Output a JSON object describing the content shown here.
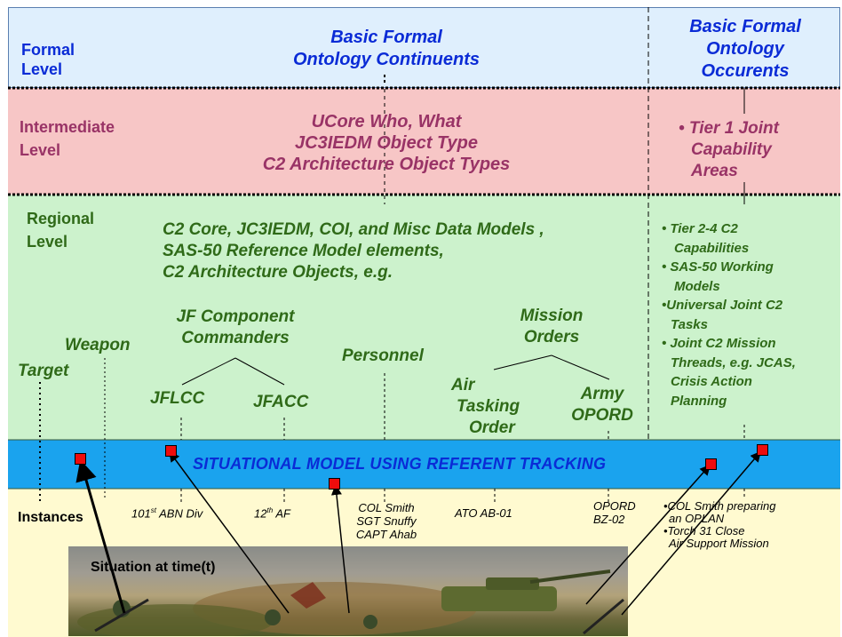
{
  "formal": {
    "level_label": [
      "Formal",
      "Level"
    ],
    "continuants": [
      "Basic Formal",
      "Ontology Continuents"
    ],
    "occurents": [
      "Basic Formal",
      "Ontology",
      "Occurents"
    ]
  },
  "intermediate": {
    "level_label": [
      "Intermediate",
      "Level"
    ],
    "center": [
      "UCore Who, What",
      "JC3IEDM Object Type",
      "C2 Architecture Object Types"
    ],
    "right": [
      "• Tier 1 Joint",
      "Capability",
      "Areas"
    ]
  },
  "regional": {
    "level_label": [
      "Regional",
      "Level"
    ],
    "center": [
      "C2 Core, JC3IEDM, COI, and Misc Data Models ,",
      "SAS-50 Reference Model elements,",
      "C2 Architecture Objects, e.g."
    ],
    "right": [
      "• Tier 2-4 C2",
      "Capabilities",
      "• SAS-50 Working",
      "Models",
      "•Universal Joint C2",
      "Tasks",
      "• Joint C2 Mission",
      "Threads, e.g. JCAS,",
      "Crisis Action",
      "Planning"
    ],
    "items": {
      "target": "Target",
      "weapon": "Weapon",
      "jf_component": [
        "JF Component",
        "Commanders"
      ],
      "jflcc": "JFLCC",
      "jfacc": "JFACC",
      "personnel": "Personnel",
      "mission_orders": [
        "Mission",
        "Orders"
      ],
      "air_tasking": [
        "Air",
        "Tasking",
        "Order"
      ],
      "army_opord": [
        "Army",
        "OPORD"
      ]
    }
  },
  "situational": {
    "banner": "SITUATIONAL MODEL USING REFERENT TRACKING"
  },
  "instances": {
    "label": "Instances",
    "abn_div": {
      "pre": "101",
      "sup": "st",
      "post": " ABN Div"
    },
    "af": {
      "pre": "12",
      "sup": "th",
      "post": " AF"
    },
    "personnel": [
      "COL Smith",
      "SGT Snuffy",
      "CAPT Ahab"
    ],
    "ato": "ATO AB-01",
    "opord": [
      "OPORD",
      "BZ-02"
    ],
    "right": [
      "•COL Smith preparing",
      "an OPLAN",
      "•Torch 31 Close",
      "Air Support Mission"
    ],
    "scene_label": "Situation at time(t)"
  },
  "colors": {
    "formal_bg": "#dfeffd",
    "intermediate_bg": "#f7c6c6",
    "regional_bg": "#ccf2cc",
    "situational_bg": "#1aa3ee",
    "instances_bg": "#fffad0",
    "blue_text": "#0a2bd6",
    "maroon_text": "#993366",
    "green_text": "#2f6a18",
    "marker": "#ee0c0c"
  }
}
